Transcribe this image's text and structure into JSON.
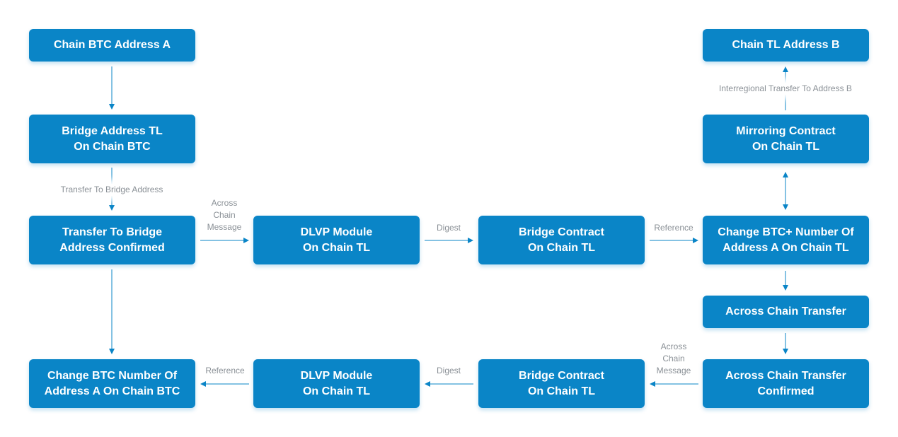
{
  "colors": {
    "node": "#0a85c7",
    "line": "#0a85c7",
    "label": "#8a9096"
  },
  "nodes": {
    "chain_btc_address_a": [
      "Chain BTC Address A"
    ],
    "bridge_address_tl": [
      "Bridge Address TL",
      "On Chain BTC"
    ],
    "transfer_confirmed": [
      "Transfer To Bridge",
      "Address Confirmed"
    ],
    "change_btc_number": [
      "Change BTC Number Of",
      "Address A On Chain BTC"
    ],
    "dlvp_top": [
      "DLVP Module",
      "On Chain TL"
    ],
    "bridge_contract_top": [
      "Bridge Contract",
      "On Chain TL"
    ],
    "change_btc_plus": [
      "Change BTC+ Number Of",
      "Address A On Chain TL"
    ],
    "mirroring_contract": [
      "Mirroring Contract",
      "On Chain TL"
    ],
    "chain_tl_address_b": [
      "Chain TL Address B"
    ],
    "across_chain_transfer": [
      "Across Chain Transfer"
    ],
    "across_chain_confirmed": [
      "Across Chain Transfer",
      "Confirmed"
    ],
    "bridge_contract_bottom": [
      "Bridge Contract",
      "On Chain TL"
    ],
    "dlvp_bottom": [
      "DLVP Module",
      "On Chain TL"
    ]
  },
  "edge_labels": {
    "transfer_to_bridge": [
      "Transfer To Bridge Address"
    ],
    "across_chain_message_top": [
      "Across",
      "Chain",
      "Message"
    ],
    "digest_top": [
      "Digest"
    ],
    "reference_top": [
      "Reference"
    ],
    "interregional": [
      "Interregional Transfer To Address B"
    ],
    "across_chain_message_bottom": [
      "Across",
      "Chain",
      "Message"
    ],
    "digest_bottom": [
      "Digest"
    ],
    "reference_bottom": [
      "Reference"
    ]
  }
}
